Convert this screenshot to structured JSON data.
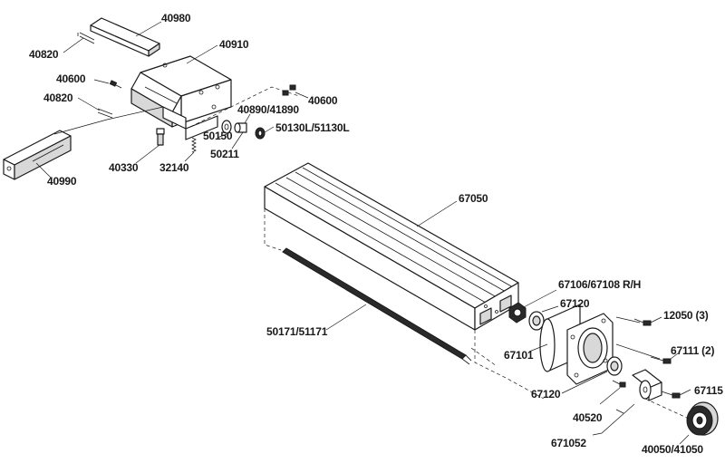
{
  "diagram": {
    "parts": {
      "p40980": "40980",
      "p40820a": "40820",
      "p40910": "40910",
      "p40600a": "40600",
      "p40820b": "40820",
      "p40600b": "40600",
      "p40890": "40890/41890",
      "p50150": "50150",
      "p50130": "50130L/51130L",
      "p50211": "50211",
      "p40330": "40330",
      "p32140": "32140",
      "p40990": "40990",
      "p67050": "67050",
      "p67106": "67106/67108 R/H",
      "p67120a": "67120",
      "p12050": "12050 (3)",
      "p50171": "50171/51171",
      "p67101": "67101",
      "p67111": "67111 (2)",
      "p67120b": "67120",
      "p67115": "67115",
      "p40520": "40520",
      "p671052": "671052",
      "p40050": "40050/41050"
    }
  }
}
